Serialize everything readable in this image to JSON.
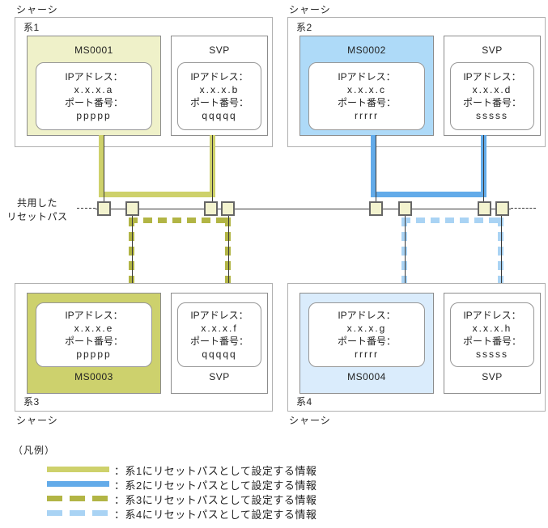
{
  "diagram": {
    "chassis_label": "シャーシ",
    "bus_label_line1": "共用した",
    "bus_label_line2": "リセットパス",
    "field_ip_label": "IPアドレス：",
    "field_port_label": "ポート番号：",
    "systems": [
      {
        "sys_label": "系1",
        "ms": {
          "name": "MS0001",
          "ip": "x.x.x.a",
          "port": "ppppp"
        },
        "svp": {
          "name": "SVP",
          "ip": "x.x.x.b",
          "port": "qqqqq"
        }
      },
      {
        "sys_label": "系2",
        "ms": {
          "name": "MS0002",
          "ip": "x.x.x.c",
          "port": "rrrrr"
        },
        "svp": {
          "name": "SVP",
          "ip": "x.x.x.d",
          "port": "sssss"
        }
      },
      {
        "sys_label": "系3",
        "ms": {
          "name": "MS0003",
          "ip": "x.x.x.e",
          "port": "ppppp"
        },
        "svp": {
          "name": "SVP",
          "ip": "x.x.x.f",
          "port": "qqqqq"
        }
      },
      {
        "sys_label": "系4",
        "ms": {
          "name": "MS0004",
          "ip": "x.x.x.g",
          "port": "rrrrr"
        },
        "svp": {
          "name": "SVP",
          "ip": "x.x.x.h",
          "port": "sssss"
        }
      }
    ]
  },
  "legend": {
    "title": "（凡例）",
    "items": [
      {
        "label": "：系1にリセットパスとして設定する情報",
        "line_style": "solid",
        "color": "#ced16b"
      },
      {
        "label": "：系2にリセットパスとして設定する情報",
        "line_style": "solid",
        "color": "#63abe9"
      },
      {
        "label": "：系3にリセットパスとして設定する情報",
        "line_style": "dashed",
        "color": "#b2b545"
      },
      {
        "label": "：系4にリセットパスとして設定する情報",
        "line_style": "dashed",
        "color": "#a9d3f4"
      }
    ]
  },
  "colors": {
    "sys1_path": "#ced16b",
    "sys2_path": "#63abe9",
    "sys3_path": "#b2b545",
    "sys4_path": "#a9d3f4",
    "ms0001_fill": "#eff1c9",
    "ms0002_fill": "#aedaf8",
    "ms0003_fill": "#cdd16d",
    "ms0004_fill": "#daecfc",
    "connector_fill": "#f3f3cf",
    "line": "#3a3a3a"
  }
}
